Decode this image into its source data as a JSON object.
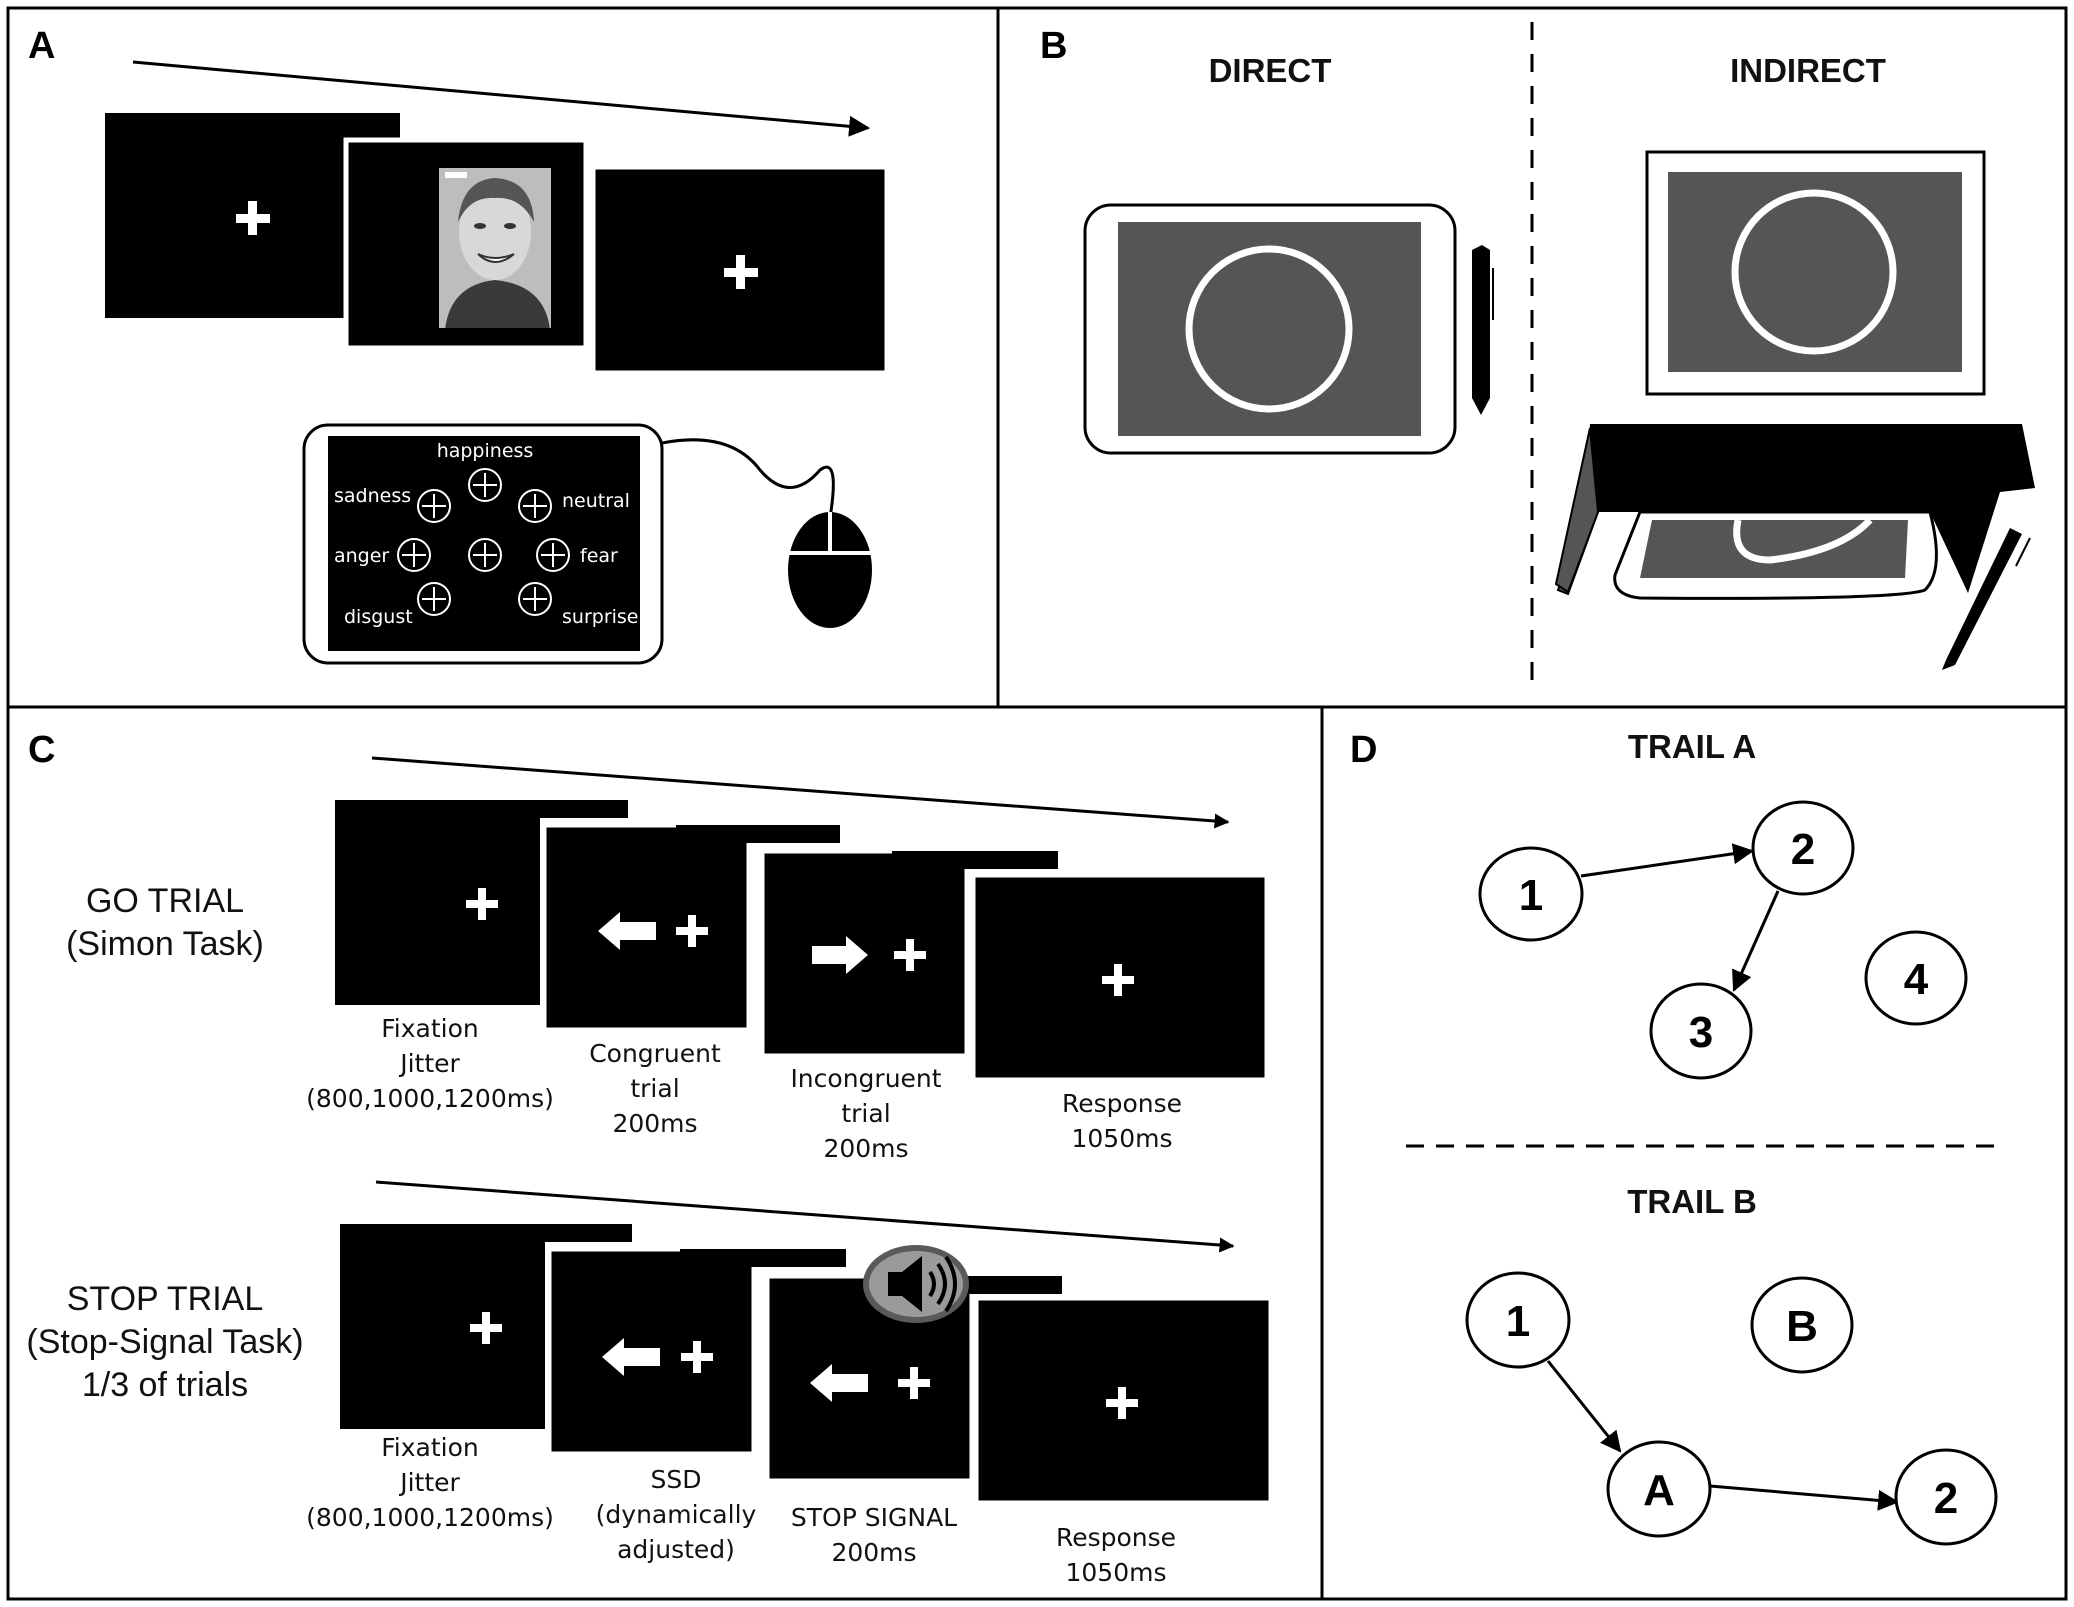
{
  "panels": {
    "a": {
      "letter": "A",
      "emotions": {
        "happiness": "happiness",
        "sadness": "sadness",
        "neutral": "neutral",
        "anger": "anger",
        "fear": "fear",
        "disgust": "disgust",
        "surprise": "surprise"
      }
    },
    "b": {
      "letter": "B",
      "direct": "DIRECT",
      "indirect": "INDIRECT"
    },
    "c": {
      "letter": "C",
      "go_trial": {
        "title": "GO TRIAL",
        "subtitle": "(Simon Task)",
        "captions": [
          [
            "Fixation",
            "Jitter",
            "(800,1000,1200ms)"
          ],
          [
            "Congruent",
            "trial",
            "200ms"
          ],
          [
            "Incongruent",
            "trial",
            "200ms"
          ],
          [
            "Response",
            "1050ms"
          ]
        ]
      },
      "stop_trial": {
        "title": "STOP TRIAL",
        "subtitle": "(Stop-Signal Task)",
        "frequency": "1/3 of trials",
        "captions": [
          [
            "Fixation",
            "Jitter",
            "(800,1000,1200ms)"
          ],
          [
            "SSD",
            "(dynamically",
            "adjusted)"
          ],
          [
            "STOP SIGNAL",
            "200ms"
          ],
          [
            "Response",
            "1050ms"
          ]
        ]
      }
    },
    "d": {
      "letter": "D",
      "trail_a": {
        "title": "TRAIL A",
        "nodes": [
          "1",
          "2",
          "3",
          "4"
        ]
      },
      "trail_b": {
        "title": "TRAIL B",
        "nodes": [
          "1",
          "B",
          "A",
          "2"
        ]
      }
    }
  }
}
